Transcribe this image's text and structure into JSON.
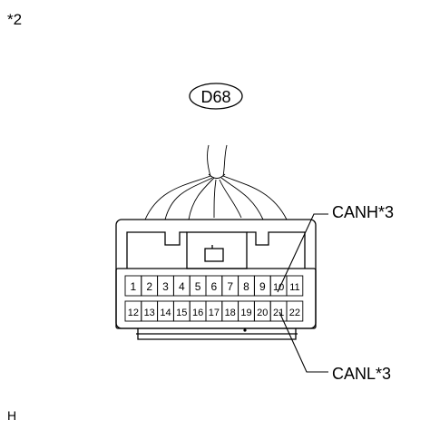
{
  "corner_note": "*2",
  "footer_mark": "H",
  "connector": {
    "id": "D68",
    "pins_top": [
      "1",
      "2",
      "3",
      "4",
      "5",
      "6",
      "7",
      "8",
      "9",
      "10",
      "11"
    ],
    "pins_bottom": [
      "12",
      "13",
      "14",
      "15",
      "16",
      "17",
      "18",
      "19",
      "20",
      "21",
      "22"
    ]
  },
  "callouts": {
    "canh": "CANH*3",
    "canl": "CANL*3"
  }
}
